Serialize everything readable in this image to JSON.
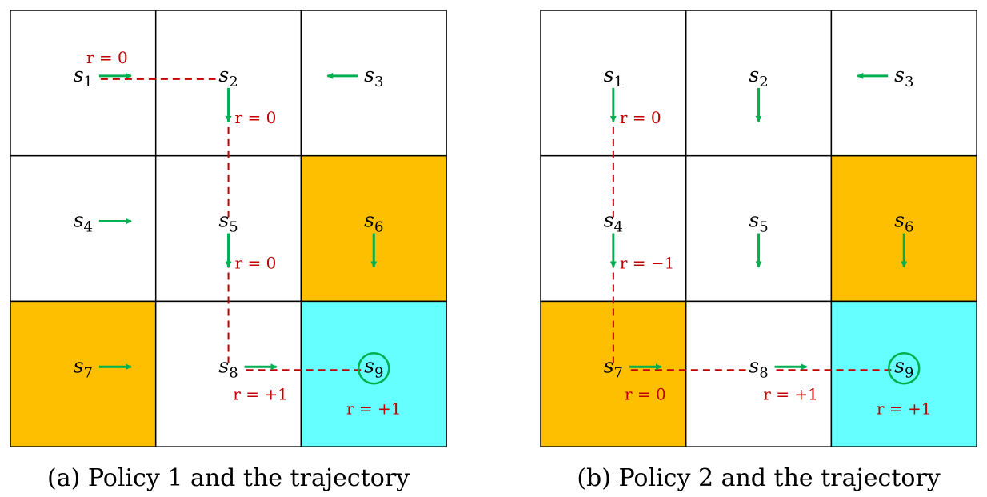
{
  "colors": {
    "orange": "#FDBF00",
    "cyan": "#66FFFF",
    "arrow": "#00B050",
    "path": "#C00000",
    "grid": "#000000"
  },
  "panels": [
    {
      "caption": "(a) Policy 1 and the trajectory",
      "cell_fills": [
        "white",
        "white",
        "white",
        "white",
        "white",
        "orange",
        "orange",
        "white",
        "cyan"
      ],
      "states": [
        {
          "symbol": "s",
          "sub": "1",
          "action": "right"
        },
        {
          "symbol": "s",
          "sub": "2",
          "action": "down"
        },
        {
          "symbol": "s",
          "sub": "3",
          "action": "left"
        },
        {
          "symbol": "s",
          "sub": "4",
          "action": "right"
        },
        {
          "symbol": "s",
          "sub": "5",
          "action": "down"
        },
        {
          "symbol": "s",
          "sub": "6",
          "action": "down"
        },
        {
          "symbol": "s",
          "sub": "7",
          "action": "right"
        },
        {
          "symbol": "s",
          "sub": "8",
          "action": "right"
        },
        {
          "symbol": "s",
          "sub": "9",
          "action": "stay"
        }
      ],
      "trajectory": [
        "s1",
        "s2",
        "s5",
        "s8",
        "s9"
      ],
      "rewards": [
        {
          "state": "s1",
          "text": "r = 0"
        },
        {
          "state": "s2",
          "text": "r = 0"
        },
        {
          "state": "s5",
          "text": "r = 0"
        },
        {
          "state": "s8",
          "text": "r = +1"
        },
        {
          "state": "s9",
          "text": "r = +1"
        }
      ]
    },
    {
      "caption": "(b) Policy 2 and the trajectory",
      "cell_fills": [
        "white",
        "white",
        "white",
        "white",
        "white",
        "orange",
        "orange",
        "white",
        "cyan"
      ],
      "states": [
        {
          "symbol": "s",
          "sub": "1",
          "action": "down"
        },
        {
          "symbol": "s",
          "sub": "2",
          "action": "down"
        },
        {
          "symbol": "s",
          "sub": "3",
          "action": "left"
        },
        {
          "symbol": "s",
          "sub": "4",
          "action": "down"
        },
        {
          "symbol": "s",
          "sub": "5",
          "action": "down"
        },
        {
          "symbol": "s",
          "sub": "6",
          "action": "down"
        },
        {
          "symbol": "s",
          "sub": "7",
          "action": "right"
        },
        {
          "symbol": "s",
          "sub": "8",
          "action": "right"
        },
        {
          "symbol": "s",
          "sub": "9",
          "action": "stay"
        }
      ],
      "trajectory": [
        "s1",
        "s4",
        "s7",
        "s8",
        "s9"
      ],
      "rewards": [
        {
          "state": "s1",
          "text": "r = 0"
        },
        {
          "state": "s4",
          "text": "r = −1"
        },
        {
          "state": "s7",
          "text": "r = 0"
        },
        {
          "state": "s8",
          "text": "r = +1"
        },
        {
          "state": "s9",
          "text": "r = +1"
        }
      ]
    }
  ]
}
